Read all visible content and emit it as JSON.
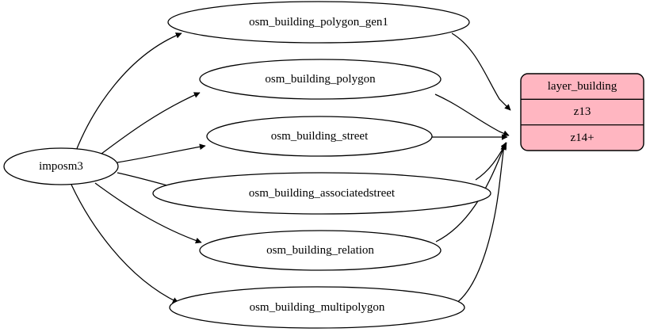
{
  "diagram": {
    "type": "directed-graph",
    "background": "#ffffff",
    "edge_color": "#000000",
    "node_outline": "#000000",
    "ellipse_fill": "#ffffff",
    "record_fill": "#ffb6c1",
    "source": {
      "id": "imposm3",
      "label": "imposm3",
      "shape": "ellipse"
    },
    "tables": [
      {
        "id": "osm_building_polygon_gen1",
        "label": "osm_building_polygon_gen1",
        "shape": "ellipse",
        "target_row": "z13"
      },
      {
        "id": "osm_building_polygon",
        "label": "osm_building_polygon",
        "shape": "ellipse",
        "target_row": "z14+"
      },
      {
        "id": "osm_building_street",
        "label": "osm_building_street",
        "shape": "ellipse",
        "target_row": "z14+"
      },
      {
        "id": "osm_building_associatedstreet",
        "label": "osm_building_associatedstreet",
        "shape": "ellipse",
        "target_row": "z14+"
      },
      {
        "id": "osm_building_relation",
        "label": "osm_building_relation",
        "shape": "ellipse",
        "target_row": "z14+"
      },
      {
        "id": "osm_building_multipolygon",
        "label": "osm_building_multipolygon",
        "shape": "ellipse",
        "target_row": "z14+"
      }
    ],
    "layer": {
      "id": "layer_building",
      "shape": "record",
      "rows": [
        {
          "id": "title",
          "label": "layer_building"
        },
        {
          "id": "z13",
          "label": "z13"
        },
        {
          "id": "z14",
          "label": "z14+"
        }
      ]
    }
  }
}
